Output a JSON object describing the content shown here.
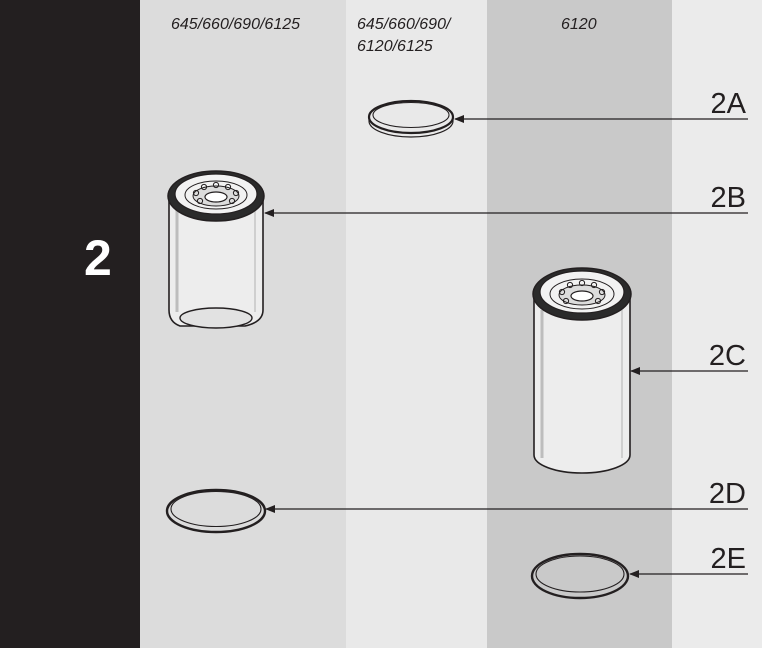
{
  "section_number": "2",
  "columns": [
    "645/660/690/6125",
    "645/660/690/\n6120/6125",
    "6120"
  ],
  "callouts": [
    "2A",
    "2B",
    "2C",
    "2D",
    "2E"
  ],
  "colors": {
    "section_band": "#231f20",
    "column_1": "#dcdcdc",
    "column_2": "#e9e9e9",
    "column_3": "#c9c9c9",
    "background": "#ebebeb",
    "ink": "#231f20"
  }
}
